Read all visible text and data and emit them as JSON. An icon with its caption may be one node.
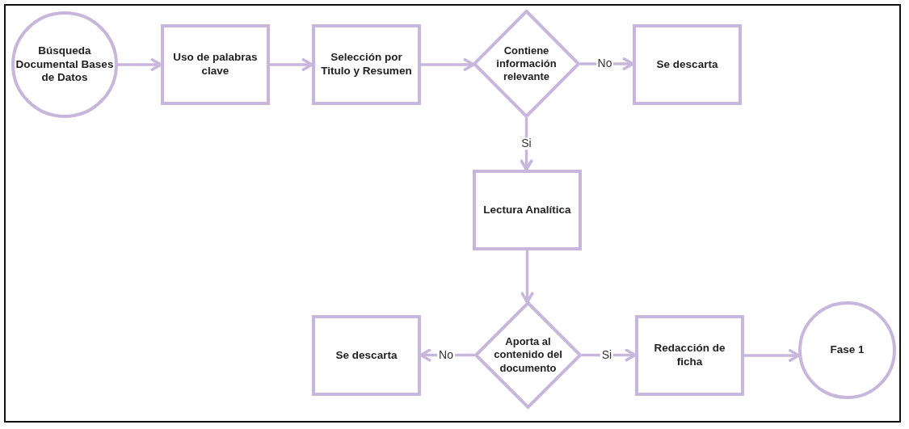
{
  "diagram": {
    "nodes": [
      {
        "text": [
          "Búsqueda Documental Bases de Datos"
        ]
      },
      {
        "text": [
          "Uso de palabras clave"
        ]
      },
      {
        "text": [
          "Selección por Titulo y Resumen"
        ]
      },
      {
        "text": [
          "Contiene información relevante"
        ]
      },
      {
        "text": [
          "Se descarta"
        ]
      },
      {
        "text": [
          "Lectura Analítica"
        ]
      },
      {
        "text": [
          "Aporta al contenido del documento"
        ]
      },
      {
        "text": [
          "Se descarta"
        ]
      },
      {
        "text": [
          "Redacción de ficha"
        ]
      },
      {
        "text": [
          "Fase 1"
        ]
      }
    ],
    "edges": [
      {
        "from": 0,
        "to": 1,
        "arrow": "to"
      },
      {
        "from": 1,
        "to": 2,
        "arrow": "to"
      },
      {
        "from": 2,
        "to": 3,
        "arrow": "to"
      },
      {
        "from": 3,
        "to": 4,
        "arrow": "to",
        "label": "No"
      },
      {
        "from": 3,
        "to": 5,
        "arrow": "to",
        "label": "Si"
      },
      {
        "from": 5,
        "to": 6,
        "arrow": "to"
      },
      {
        "from": 6,
        "to": 7,
        "arrow": "to",
        "label": "No"
      },
      {
        "from": 6,
        "to": 8,
        "arrow": "to",
        "label": "Si"
      },
      {
        "from": 8,
        "to": 9,
        "arrow": "to"
      }
    ]
  }
}
